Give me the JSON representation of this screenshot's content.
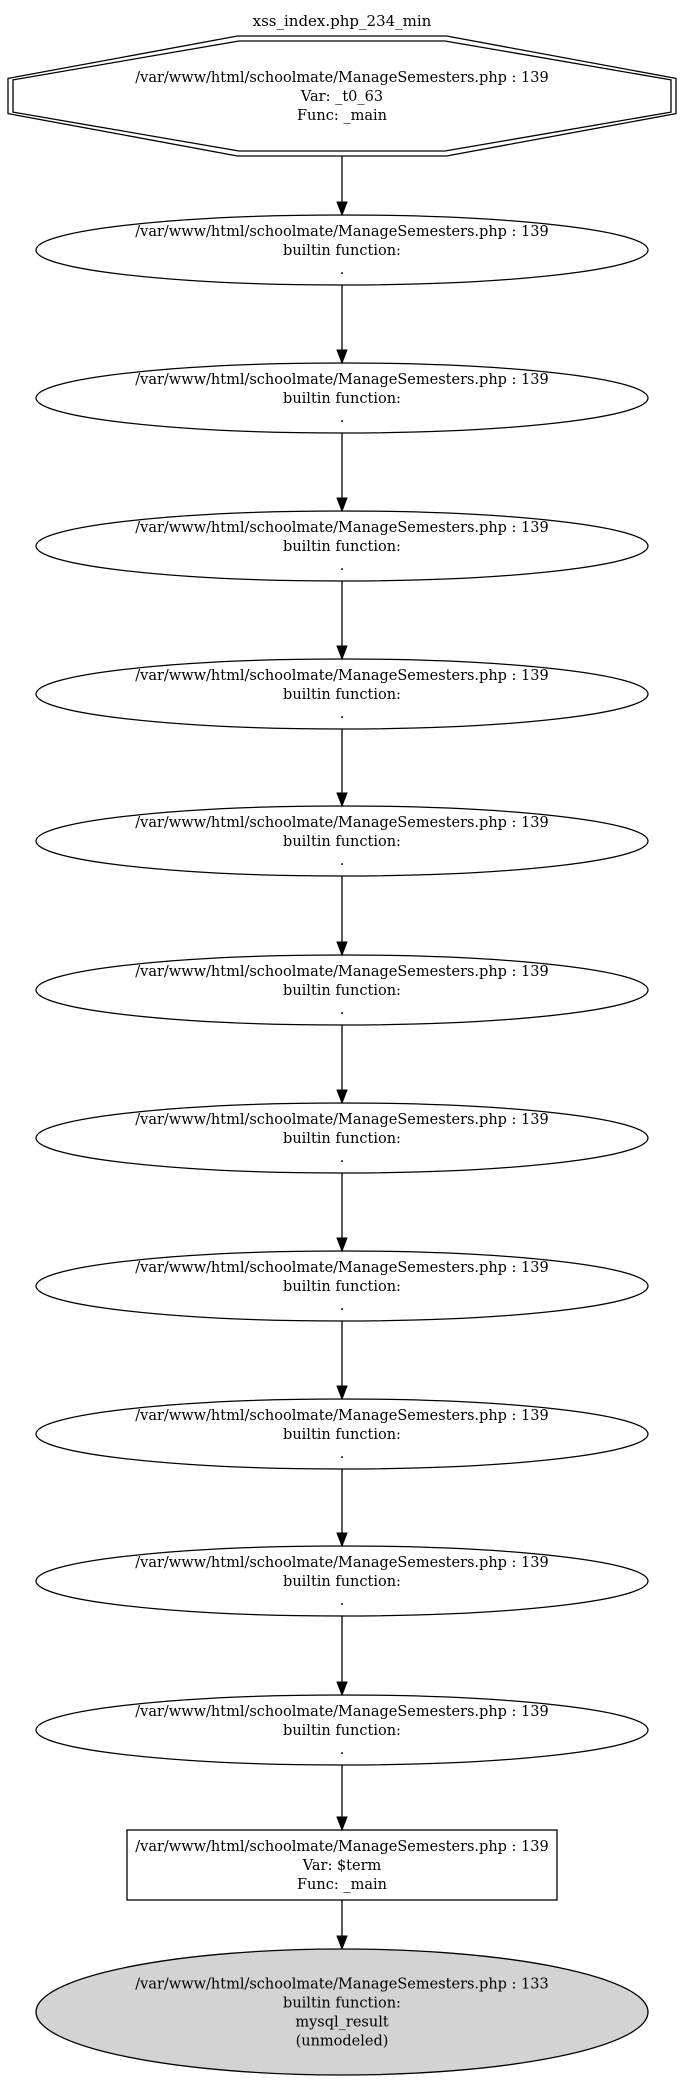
{
  "title": "xss_index.php_234_min",
  "nodes": [
    {
      "id": "n0",
      "shape": "doubleoctagon",
      "lines": [
        "/var/www/html/schoolmate/ManageSemesters.php : 139",
        "Var: _t0_63",
        "Func: _main"
      ]
    },
    {
      "id": "n1",
      "shape": "ellipse",
      "lines": [
        "/var/www/html/schoolmate/ManageSemesters.php : 139",
        "builtin function:",
        "."
      ]
    },
    {
      "id": "n2",
      "shape": "ellipse",
      "lines": [
        "/var/www/html/schoolmate/ManageSemesters.php : 139",
        "builtin function:",
        "."
      ]
    },
    {
      "id": "n3",
      "shape": "ellipse",
      "lines": [
        "/var/www/html/schoolmate/ManageSemesters.php : 139",
        "builtin function:",
        "."
      ]
    },
    {
      "id": "n4",
      "shape": "ellipse",
      "lines": [
        "/var/www/html/schoolmate/ManageSemesters.php : 139",
        "builtin function:",
        "."
      ]
    },
    {
      "id": "n5",
      "shape": "ellipse",
      "lines": [
        "/var/www/html/schoolmate/ManageSemesters.php : 139",
        "builtin function:",
        "."
      ]
    },
    {
      "id": "n6",
      "shape": "ellipse",
      "lines": [
        "/var/www/html/schoolmate/ManageSemesters.php : 139",
        "builtin function:",
        "."
      ]
    },
    {
      "id": "n7",
      "shape": "ellipse",
      "lines": [
        "/var/www/html/schoolmate/ManageSemesters.php : 139",
        "builtin function:",
        "."
      ]
    },
    {
      "id": "n8",
      "shape": "ellipse",
      "lines": [
        "/var/www/html/schoolmate/ManageSemesters.php : 139",
        "builtin function:",
        "."
      ]
    },
    {
      "id": "n9",
      "shape": "ellipse",
      "lines": [
        "/var/www/html/schoolmate/ManageSemesters.php : 139",
        "builtin function:",
        "."
      ]
    },
    {
      "id": "n10",
      "shape": "ellipse",
      "lines": [
        "/var/www/html/schoolmate/ManageSemesters.php : 139",
        "builtin function:",
        "."
      ]
    },
    {
      "id": "n11",
      "shape": "ellipse",
      "lines": [
        "/var/www/html/schoolmate/ManageSemesters.php : 139",
        "builtin function:",
        "."
      ]
    },
    {
      "id": "n12",
      "shape": "box",
      "lines": [
        "/var/www/html/schoolmate/ManageSemesters.php : 139",
        "Var: $term",
        "Func: _main"
      ]
    },
    {
      "id": "n13",
      "shape": "ellipse-filled",
      "lines": [
        "/var/www/html/schoolmate/ManageSemesters.php : 133",
        "builtin function:",
        "mysql_result",
        "(unmodeled)"
      ]
    }
  ],
  "edges": [
    [
      "n0",
      "n1"
    ],
    [
      "n1",
      "n2"
    ],
    [
      "n2",
      "n3"
    ],
    [
      "n3",
      "n4"
    ],
    [
      "n4",
      "n5"
    ],
    [
      "n5",
      "n6"
    ],
    [
      "n6",
      "n7"
    ],
    [
      "n7",
      "n8"
    ],
    [
      "n8",
      "n9"
    ],
    [
      "n9",
      "n10"
    ],
    [
      "n10",
      "n11"
    ],
    [
      "n11",
      "n12"
    ],
    [
      "n12",
      "n13"
    ]
  ],
  "colors": {
    "stroke": "#000000",
    "filled_node": "#d3d3d3",
    "background": "#ffffff"
  }
}
